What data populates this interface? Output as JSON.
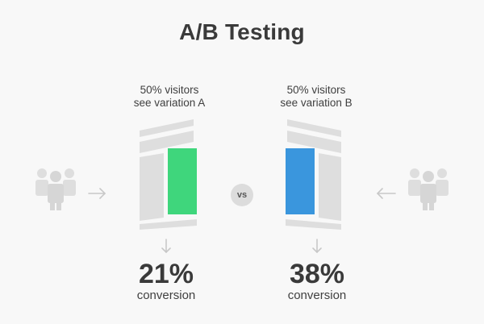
{
  "title": "A/B Testing",
  "variation_a": {
    "caption_line1": "50% visitors",
    "caption_line2": "see variation A",
    "conversion_value": "21%",
    "conversion_label": "conversion",
    "color": "#3fd67c"
  },
  "variation_b": {
    "caption_line1": "50% visitors",
    "caption_line2": "see variation B",
    "conversion_value": "38%",
    "conversion_label": "conversion",
    "color": "#3a96dd"
  },
  "versus_label": "vs",
  "colors": {
    "background": "#f8f8f8",
    "neutral_gray": "#dedede",
    "arrow_gray": "#c8c8c8",
    "text_dark": "#3a3a3a"
  },
  "icons": [
    "people-group-icon",
    "arrow-right-icon",
    "arrow-left-icon",
    "arrow-down-icon"
  ]
}
